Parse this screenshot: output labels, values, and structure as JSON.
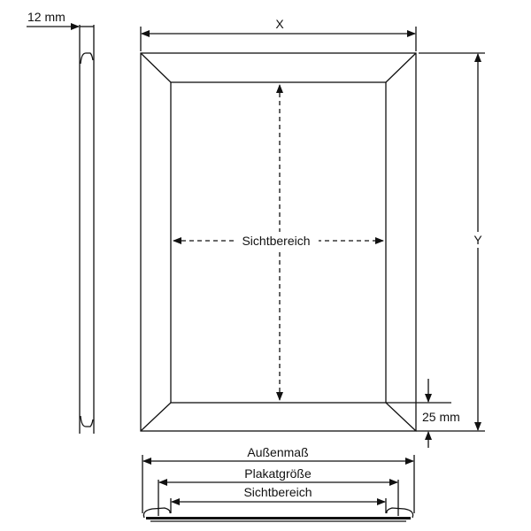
{
  "labels": {
    "width": "X",
    "height": "Y",
    "profile_depth": "12 mm",
    "frame_width": "25 mm",
    "viewing_area": "Sichtbereich",
    "outer_dimension": "Außenmaß",
    "poster_size": "Plakatgröße",
    "viewing_area_bottom": "Sichtbereich"
  },
  "colors": {
    "line": "#111111",
    "background": "#ffffff"
  }
}
